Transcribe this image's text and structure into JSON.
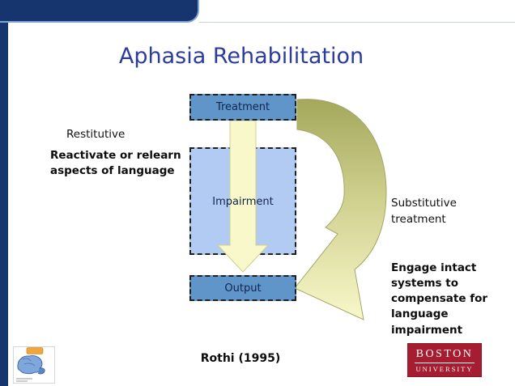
{
  "slide": {
    "title": "Aphasia Rehabilitation",
    "citation": "Rothi (1995)"
  },
  "diagram": {
    "boxes": {
      "treatment": "Treatment",
      "impairment": "Impairment",
      "output": "Output"
    },
    "arrows": {
      "down_arrow": "restitutive-treatment-flow-arrow",
      "curved_arrow": "substitutive-treatment-flow-arrow"
    }
  },
  "annotations": {
    "restitutive": {
      "label": "Restitutive",
      "description": "Reactivate or relearn aspects of language"
    },
    "substitutive": {
      "label": "Substitutive treatment",
      "description": "Engage intact systems to compensate for language impairment"
    }
  },
  "footer": {
    "logo": {
      "line1": "BOSTON",
      "line2": "UNIVERSITY"
    },
    "brain_image": "brain-illustration-thumbnail"
  },
  "colors": {
    "title_blue": "#2C3C9E",
    "steel_blue_box": "#5F95C9",
    "light_blue_box": "#B2CBF2",
    "pale_yellow_arrow": "#F8F8CA",
    "olive_arrow": "#A3A85C",
    "template_navy": "#16356E",
    "bu_red": "#A61C30"
  }
}
